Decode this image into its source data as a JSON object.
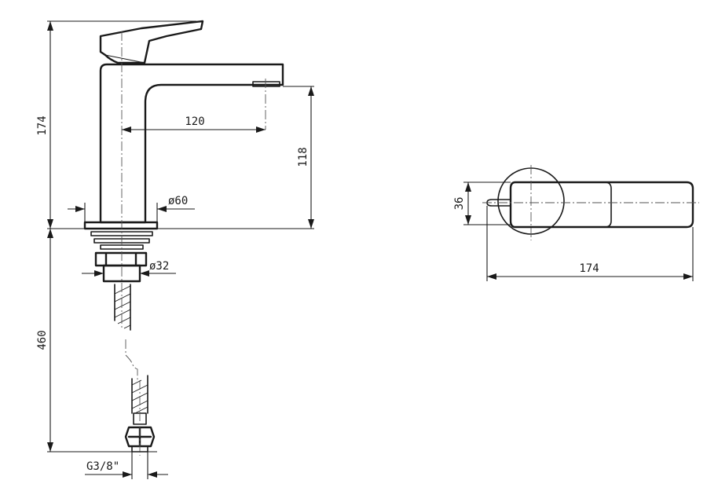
{
  "side_view": {
    "dim_height_total": "174",
    "dim_spout_reach": "120",
    "dim_spout_height": "118",
    "dim_base_diameter": "ø60",
    "dim_shank_diameter": "ø32",
    "dim_hose_length": "460",
    "dim_thread": "G3/8\""
  },
  "top_view": {
    "dim_handle_width": "36",
    "dim_overall_length": "174"
  }
}
